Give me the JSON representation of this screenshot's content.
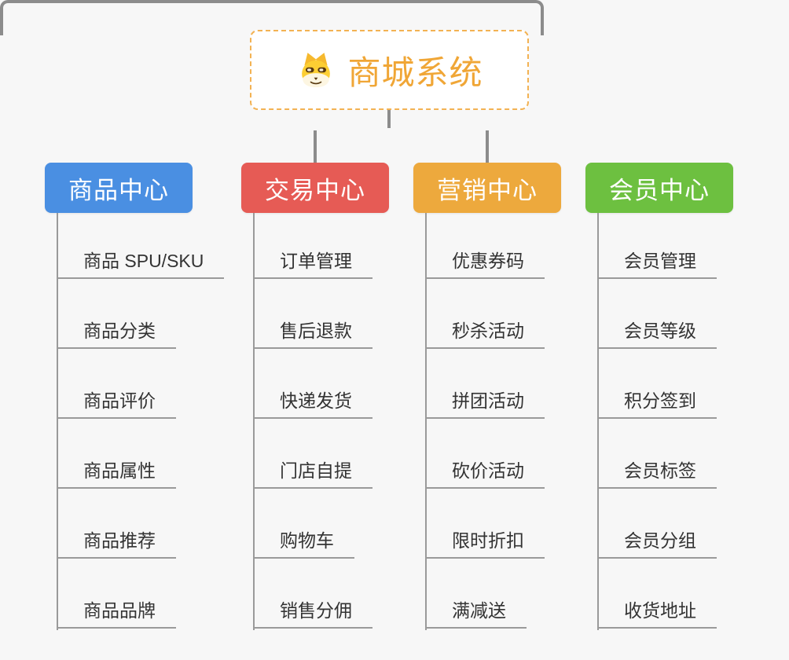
{
  "root": {
    "title": "商城系统",
    "icon": "dog-face-icon",
    "accent_color": "#f0a636",
    "border_color": "#f3b253"
  },
  "connector_color": "#8c8c8c",
  "leaf_line_color": "#9a9a9a",
  "leaf_text_color": "#333333",
  "branches": [
    {
      "label": "商品中心",
      "color": "#4a8fe2",
      "items": [
        "商品 SPU/SKU",
        "商品分类",
        "商品评价",
        "商品属性",
        "商品推荐",
        "商品品牌"
      ]
    },
    {
      "label": "交易中心",
      "color": "#e65b55",
      "items": [
        "订单管理",
        "售后退款",
        "快递发货",
        "门店自提",
        "购物车",
        "销售分佣"
      ]
    },
    {
      "label": "营销中心",
      "color": "#eda93d",
      "items": [
        "优惠券码",
        "秒杀活动",
        "拼团活动",
        "砍价活动",
        "限时折扣",
        "满减送"
      ]
    },
    {
      "label": "会员中心",
      "color": "#6dc040",
      "items": [
        "会员管理",
        "会员等级",
        "积分签到",
        "会员标签",
        "会员分组",
        "收货地址"
      ]
    }
  ]
}
